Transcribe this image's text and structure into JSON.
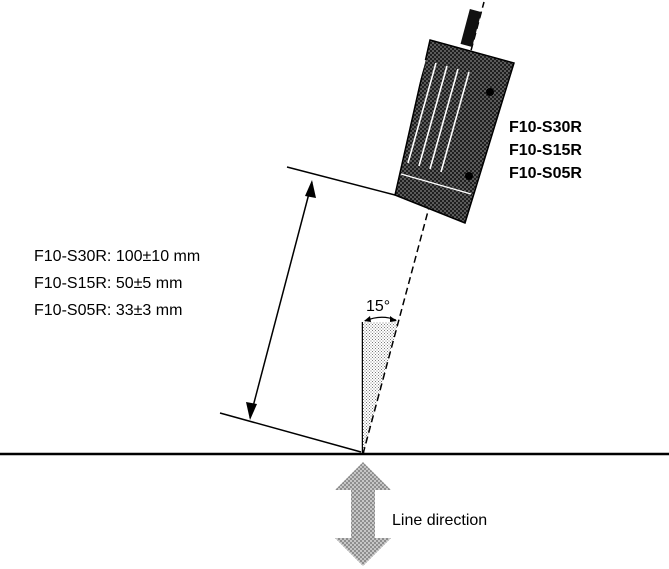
{
  "models": [
    "F10-S30R",
    "F10-S15R",
    "F10-S05R"
  ],
  "distances": [
    "F10-S30R: 100±10 mm",
    "F10-S15R: 50±5 mm",
    "F10-S05R: 33±3 mm"
  ],
  "angle_label": "15°",
  "direction_label": "Line direction"
}
